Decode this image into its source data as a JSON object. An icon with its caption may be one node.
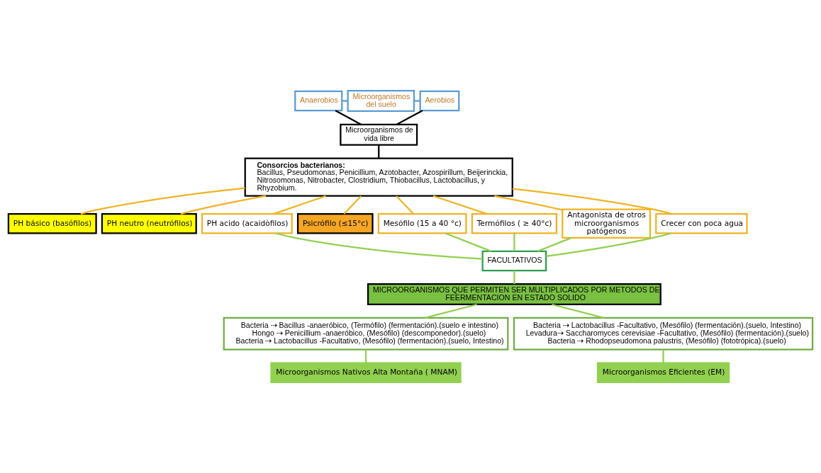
{
  "diagram": {
    "nodes": [
      {
        "text": [
          "Anaerobios"
        ]
      },
      {
        "text": [
          "Microorganismos del suelo"
        ]
      },
      {
        "text": [
          "Aerobios"
        ]
      },
      {
        "text": [
          "Microorganismos de vida libre"
        ]
      },
      {
        "text": [
          "Consorcios bacterianos:",
          "Bacillus, Pseudomonas, Penicillium, Azotobacter, Azospirillum, Beijerinckia, Nitrosomonas, Nitrobacter, Clostridium, Thiobacillus, Lactobacillus, y Rhyzobium."
        ]
      },
      {
        "text": [
          "PH básico (basófilos)"
        ]
      },
      {
        "text": [
          "PH neutro (neutrófilos)"
        ]
      },
      {
        "text": [
          "PH acido (acaidòfilos)"
        ]
      },
      {
        "text": [
          "Psicrófilo (≤15°c)"
        ]
      },
      {
        "text": [
          "Mesófilo (15 a 40 °c)"
        ]
      },
      {
        "text": [
          "Termófilos ( ≥ 40°c)"
        ]
      },
      {
        "text": [
          "Antagonista de otros microorganismos patógenos"
        ]
      },
      {
        "text": [
          "Crecer con poca agua"
        ]
      },
      {
        "text": [
          "FACULTATIVOS"
        ]
      },
      {
        "text": [
          "MICROORGANISMOS QUE PERMITEN SER MULTIPLICADOS POR METODOS DE FEERMENTACION EN ESTADO SOLIDO"
        ]
      },
      {
        "text": [
          "Bacteria ⇢ Bacillus -anaeróbico, (Termófilo) (fermentación).(suelo e intestino)",
          "Hongo ⇢ Penicillium -anaeróbico, (Mesófilo) (descomponedor).(suelo)",
          "Bacteria ⇢ Lactobacillus -Facultativo, (Mesófilo) (fermentación).(suelo, Intestino)"
        ]
      },
      {
        "text": [
          "Microorganismos Nativos Alta Montaña ( MNAM)"
        ]
      },
      {
        "text": [
          "Bacteria ⇢ Lactobacillus -Facultativo, (Mesófilo) (fermentación).(suelo, Intestino)",
          "Levadura⇢ Saccharomyces cerevisiae -Facultativo, (Mesófilo) (fermentación).(suelo)",
          "Bacteria ⇢ Rhodopseudomona palustris, (Mesófilo) (fototrópica).(suelo)"
        ]
      },
      {
        "text": [
          "Microorganismos Eficientes (EM)"
        ]
      }
    ],
    "edges": [
      {
        "from": 1,
        "to": 0,
        "arrow": "none",
        "color": "#5b9bd5"
      },
      {
        "from": 1,
        "to": 2,
        "arrow": "none",
        "color": "#5b9bd5"
      },
      {
        "from": 0,
        "to": 3,
        "arrow": "none",
        "color": "#000000"
      },
      {
        "from": 2,
        "to": 3,
        "arrow": "none",
        "color": "#000000"
      },
      {
        "from": 3,
        "to": 4,
        "arrow": "none",
        "color": "#000000"
      },
      {
        "from": 4,
        "to": 5,
        "arrow": "none",
        "color": "#f0b323"
      },
      {
        "from": 4,
        "to": 6,
        "arrow": "none",
        "color": "#f0b323"
      },
      {
        "from": 4,
        "to": 7,
        "arrow": "none",
        "color": "#f0b323"
      },
      {
        "from": 4,
        "to": 8,
        "arrow": "none",
        "color": "#f0b323"
      },
      {
        "from": 4,
        "to": 9,
        "arrow": "none",
        "color": "#f0b323"
      },
      {
        "from": 4,
        "to": 10,
        "arrow": "none",
        "color": "#f0b323"
      },
      {
        "from": 4,
        "to": 11,
        "arrow": "none",
        "color": "#f0b323"
      },
      {
        "from": 4,
        "to": 12,
        "arrow": "none",
        "color": "#f0b323"
      },
      {
        "from": 7,
        "to": 13,
        "arrow": "none"
      },
      {
        "from": 9,
        "to": 13,
        "arrow": "none"
      },
      {
        "from": 10,
        "to": 13,
        "arrow": "none"
      },
      {
        "from": 11,
        "to": 13,
        "arrow": "none"
      },
      {
        "from": 12,
        "to": 13,
        "arrow": "none"
      },
      {
        "from": 13,
        "to": 14,
        "arrow": "none"
      },
      {
        "from": 14,
        "to": 15,
        "arrow": "none"
      },
      {
        "from": 14,
        "to": 17,
        "arrow": "none"
      },
      {
        "from": 15,
        "to": 16,
        "arrow": "none"
      },
      {
        "from": 17,
        "to": 18,
        "arrow": "none"
      }
    ]
  }
}
